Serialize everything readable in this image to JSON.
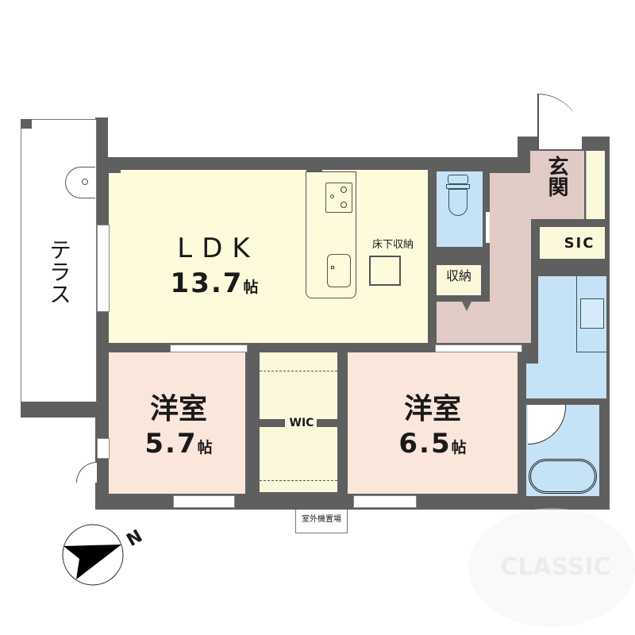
{
  "floorplan": {
    "rooms": {
      "ldk": {
        "name": "LDK",
        "size": "13.7",
        "unit": "帖"
      },
      "western_room_1": {
        "name": "洋室",
        "size": "5.7",
        "unit": "帖"
      },
      "western_room_2": {
        "name": "洋室",
        "size": "6.5",
        "unit": "帖"
      },
      "terrace": {
        "name": "テラス"
      },
      "entrance": {
        "name": "玄関"
      },
      "sic": {
        "name": "SIC"
      },
      "wic": {
        "name": "WIC"
      },
      "storage": {
        "name": "収納"
      },
      "underfloor_storage": {
        "name": "床下収納"
      }
    },
    "outdoor_unit_label": "室外機置場",
    "compass": {
      "north_label": "N"
    },
    "watermark": "CLASSIC",
    "colors": {
      "wall": "#5f5f5f",
      "ldk": "#fdfbdc",
      "western_room": "#fbe6dc",
      "hallway": "#e1cbc6",
      "wet_area": "#c6e2f7",
      "storage": "#fbf8dc"
    }
  }
}
